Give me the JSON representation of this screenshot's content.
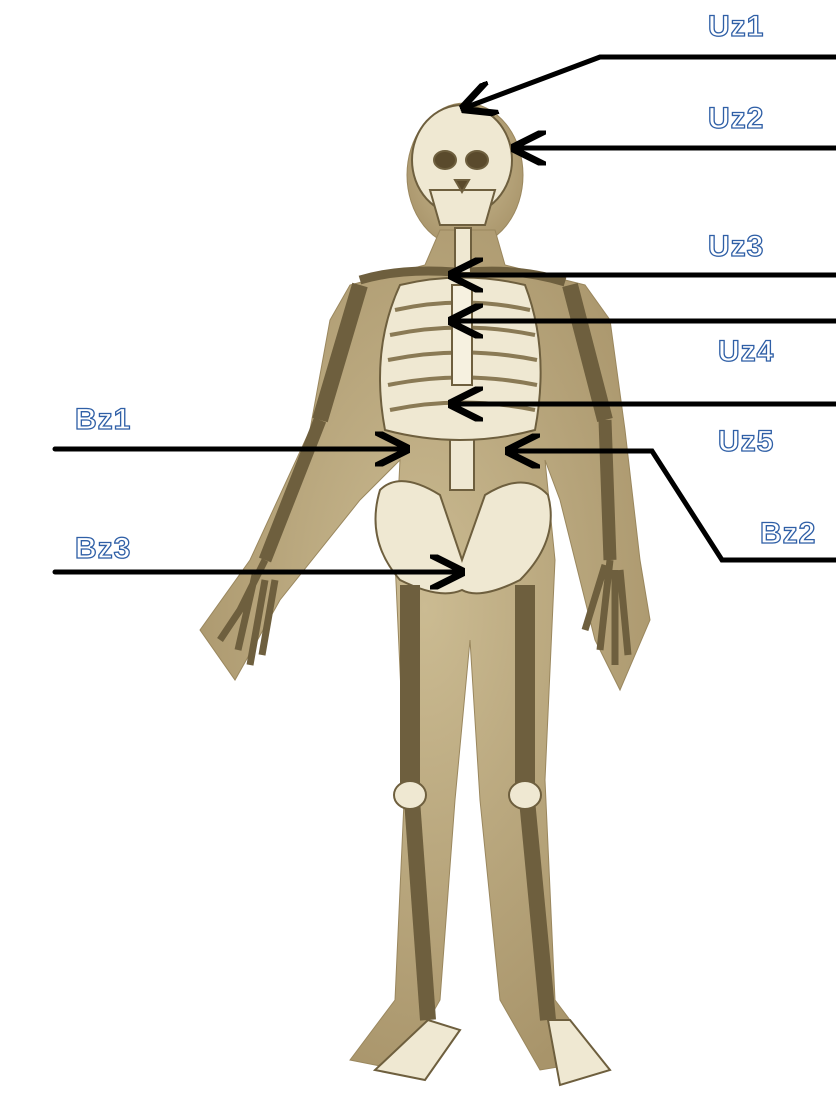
{
  "labels": {
    "uz1": "Uz1",
    "uz2": "Uz2",
    "uz3": "Uz3",
    "uz4": "Uz4",
    "uz5": "Uz5",
    "bz1": "Bz1",
    "bz2": "Bz2",
    "bz3": "Bz3"
  },
  "colors": {
    "label_fill": "#ffffff",
    "label_outline": "#2f5fa6",
    "leader_line": "#000000",
    "body_silhouette": "#b8a57c",
    "bone": "#efe8d2"
  }
}
